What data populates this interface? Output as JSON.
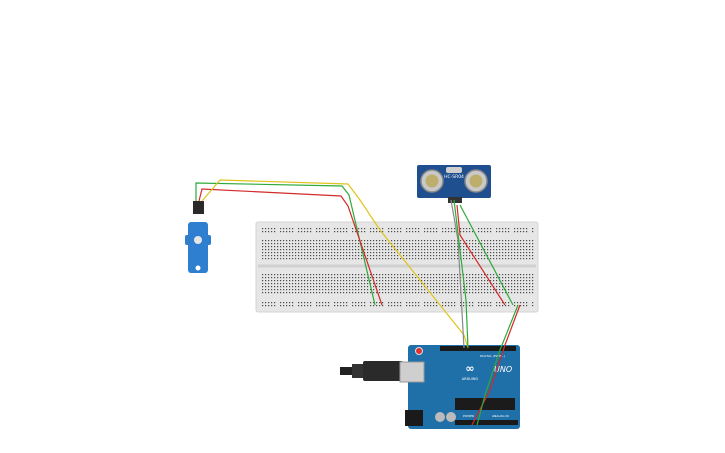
{
  "sensor": {
    "model": "HC-SR04"
  },
  "arduino": {
    "brand": "UNO",
    "subtitle": "ARDUINO",
    "header_digital": "DIGITAL (PWM~)",
    "header_power": "POWER",
    "header_analog": "ANALOG IN",
    "logo": "∞"
  },
  "colors": {
    "breadboard": "#e6e6e6",
    "arduino": "#1f6fa8",
    "sensor": "#1f4f8f",
    "servo": "#2f7fd0",
    "wire_green": "#2eaa3a",
    "wire_red": "#d32a2a",
    "wire_yellow": "#e0c21a"
  }
}
